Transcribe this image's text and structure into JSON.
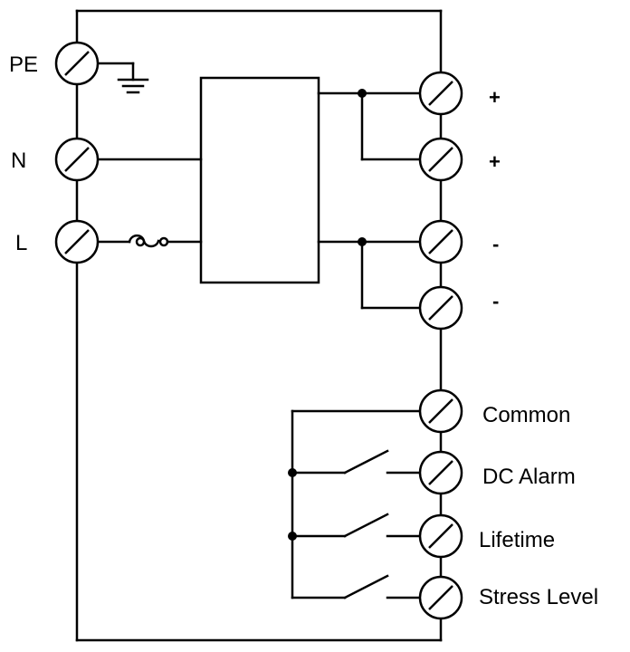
{
  "left_terminals": [
    {
      "id": "pe",
      "label": "PE"
    },
    {
      "id": "n",
      "label": "N"
    },
    {
      "id": "l",
      "label": "L"
    }
  ],
  "right_terminals": [
    {
      "id": "plus1",
      "label": "+"
    },
    {
      "id": "plus2",
      "label": "+"
    },
    {
      "id": "minus1",
      "label": "-"
    },
    {
      "id": "minus2",
      "label": "-"
    },
    {
      "id": "common",
      "label": "Common"
    },
    {
      "id": "dc-alarm",
      "label": "DC Alarm"
    },
    {
      "id": "lifetime",
      "label": "Lifetime"
    },
    {
      "id": "stress-level",
      "label": "Stress Level"
    }
  ],
  "symbols": [
    "ground-icon",
    "fuse-icon",
    "converter-box",
    "relay-switch"
  ]
}
